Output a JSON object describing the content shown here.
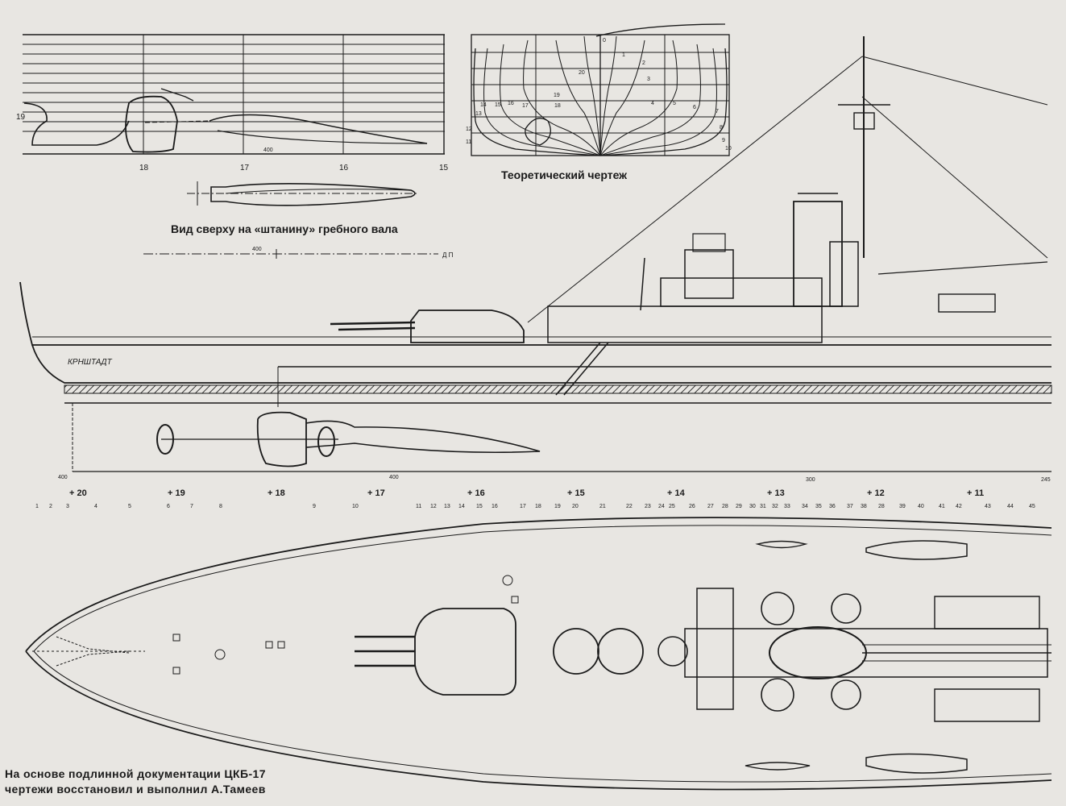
{
  "captions": {
    "shaft_bracket_top_view": "Вид сверху на «штанину» гребного вала",
    "lines_plan": "Теоретический чертеж"
  },
  "credits": {
    "line1": "На основе подлинной документации ЦКБ-17",
    "line2": "чертежи восстановил и выполнил А.Тамеев"
  },
  "ship_name": "КРНШТАДТ",
  "stern_detail": {
    "frame_labels": [
      "19",
      "18",
      "17",
      "16",
      "15"
    ],
    "dimension": "400",
    "centerline_dimension": "400",
    "centerline_label": "Д П"
  },
  "body_plan_labels": [
    "0",
    "1",
    "2",
    "3",
    "4",
    "5",
    "6",
    "7",
    "8",
    "9",
    "10",
    "11",
    "12",
    "13",
    "14",
    "15",
    "16",
    "17",
    "18",
    "19",
    "20"
  ],
  "profile_scale": {
    "labels": [
      "400",
      "400",
      "300",
      "245"
    ]
  },
  "frame_marks": [
    "+ 20",
    "+ 19",
    "+ 18",
    "+ 17",
    "+ 16",
    "+ 15",
    "+ 14",
    "+ 13",
    "+ 12",
    "+ 11"
  ],
  "callouts": [
    "1",
    "2",
    "3",
    "4",
    "5",
    "6",
    "7",
    "8",
    "9",
    "10",
    "11",
    "12",
    "13",
    "14",
    "15",
    "16",
    "17",
    "18",
    "19",
    "20",
    "21",
    "22",
    "23",
    "24",
    "25",
    "26",
    "27",
    "28",
    "29",
    "30",
    "31",
    "32",
    "33",
    "34",
    "35",
    "36",
    "37",
    "38",
    "28",
    "39",
    "40",
    "41",
    "42",
    "43",
    "44",
    "45"
  ],
  "colors": {
    "paper": "#e8e6e2",
    "ink": "#1a1a1a",
    "hatch": "#555555"
  }
}
